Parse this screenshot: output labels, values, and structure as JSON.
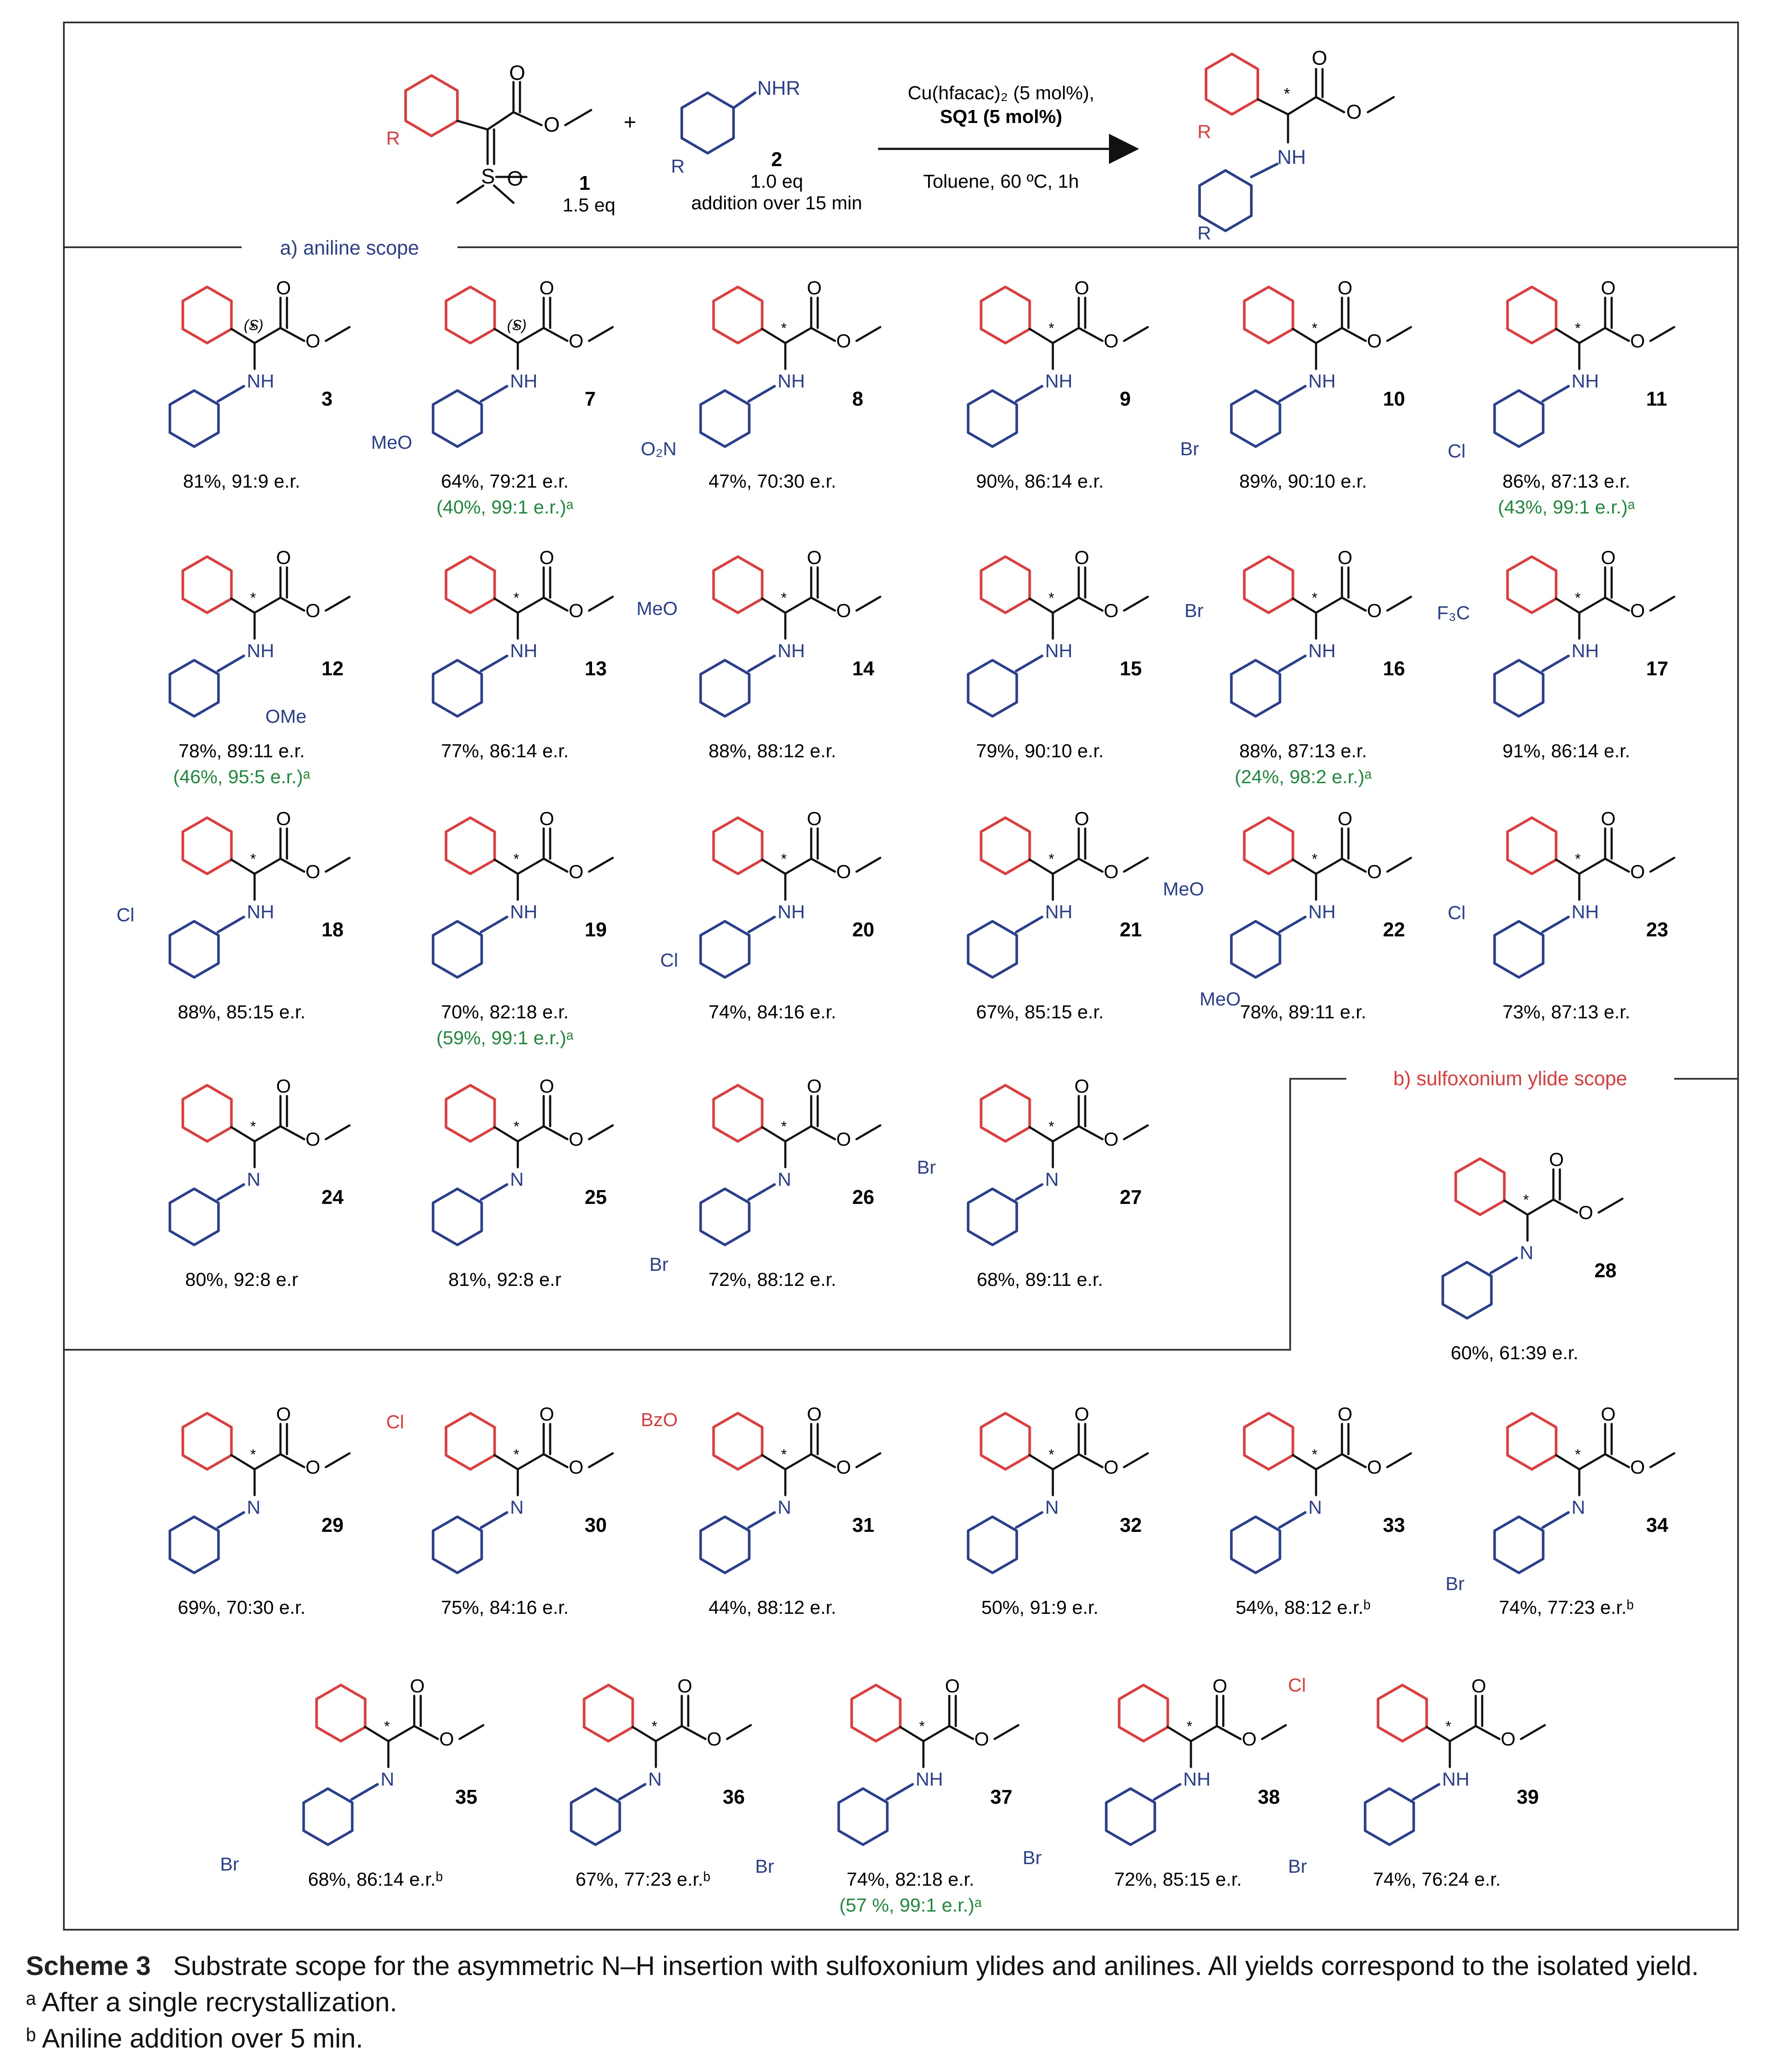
{
  "header": {
    "reactant1_num": "1",
    "reactant1_eq": "1.5 eq",
    "reactant2_num": "2",
    "reactant2_eq": "1.0 eq",
    "reactant2_note": "addition over 15 min",
    "reactant2_group": "NHR",
    "plus": "+",
    "cond_catalyst": "Cu(hfacac)₂ (5 mol%),",
    "cond_ligand": "SQ1 (5 mol%)",
    "cond_solvent": "Toluene, 60 ºC, 1h"
  },
  "section_a": "a) aniline scope",
  "section_b": "b) sulfoxonium ylide scope",
  "compounds": [
    {
      "num": "3",
      "result": "81%, 91:9 e.r.",
      "extra": ""
    },
    {
      "num": "7",
      "result": "64%, 79:21 e.r.",
      "extra": "(40%, 99:1 e.r.)ᵃ"
    },
    {
      "num": "8",
      "result": "47%, 70:30 e.r.",
      "extra": ""
    },
    {
      "num": "9",
      "result": "90%, 86:14 e.r.",
      "extra": ""
    },
    {
      "num": "10",
      "result": "89%, 90:10 e.r.",
      "extra": ""
    },
    {
      "num": "11",
      "result": "86%, 87:13 e.r.",
      "extra": "(43%, 99:1 e.r.)ᵃ"
    },
    {
      "num": "12",
      "result": "78%, 89:11 e.r.",
      "extra": "(46%, 95:5 e.r.)ᵃ"
    },
    {
      "num": "13",
      "result": "77%, 86:14 e.r.",
      "extra": ""
    },
    {
      "num": "14",
      "result": "88%, 88:12 e.r.",
      "extra": ""
    },
    {
      "num": "15",
      "result": "79%, 90:10 e.r.",
      "extra": ""
    },
    {
      "num": "16",
      "result": "88%, 87:13 e.r.",
      "extra": "(24%, 98:2 e.r.)ᵃ"
    },
    {
      "num": "17",
      "result": "91%, 86:14 e.r.",
      "extra": ""
    },
    {
      "num": "18",
      "result": "88%, 85:15 e.r.",
      "extra": ""
    },
    {
      "num": "19",
      "result": "70%, 82:18 e.r.",
      "extra": "(59%, 99:1 e.r.)ᵃ"
    },
    {
      "num": "20",
      "result": "74%, 84:16 e.r.",
      "extra": ""
    },
    {
      "num": "21",
      "result": "67%, 85:15 e.r.",
      "extra": ""
    },
    {
      "num": "22",
      "result": "78%, 89:11 e.r.",
      "extra": ""
    },
    {
      "num": "23",
      "result": "73%, 87:13 e.r.",
      "extra": ""
    },
    {
      "num": "24",
      "result": "80%, 92:8 e.r",
      "extra": ""
    },
    {
      "num": "25",
      "result": "81%, 92:8 e.r",
      "extra": ""
    },
    {
      "num": "26",
      "result": "72%, 88:12 e.r.",
      "extra": ""
    },
    {
      "num": "27",
      "result": "68%, 89:11 e.r.",
      "extra": ""
    },
    {
      "num": "28",
      "result": "60%, 61:39 e.r.",
      "extra": ""
    },
    {
      "num": "29",
      "result": "69%, 70:30 e.r.",
      "extra": ""
    },
    {
      "num": "30",
      "result": "75%, 84:16 e.r.",
      "extra": ""
    },
    {
      "num": "31",
      "result": "44%, 88:12 e.r.",
      "extra": ""
    },
    {
      "num": "32",
      "result": "50%, 91:9 e.r.",
      "extra": ""
    },
    {
      "num": "33",
      "result": "54%, 88:12 e.r.ᵇ",
      "extra": ""
    },
    {
      "num": "34",
      "result": "74%, 77:23 e.r.ᵇ",
      "extra": ""
    },
    {
      "num": "35",
      "result": "68%, 86:14 e.r.ᵇ",
      "extra": ""
    },
    {
      "num": "36",
      "result": "67%, 77:23 e.r.ᵇ",
      "extra": ""
    },
    {
      "num": "37",
      "result": "74%, 82:18 e.r.",
      "extra": "(57 %, 99:1 e.r.)ᵃ"
    },
    {
      "num": "38",
      "result": "72%, 85:15 e.r.",
      "extra": ""
    },
    {
      "num": "39",
      "result": "74%, 76:24 e.r.",
      "extra": ""
    }
  ],
  "substituent_labels": {
    "s7": "MeO",
    "s8": "O₂N",
    "s10": "Br",
    "s11": "Cl",
    "s12": "OMe",
    "s14": "MeO",
    "s16": "Br",
    "s17": "F₃C",
    "s18": "Cl",
    "s20": "Cl",
    "s22a": "MeO",
    "s22b": "MeO",
    "s23": "Cl",
    "s26": "Br",
    "s27": "Br",
    "s30": "Cl",
    "s31": "BzO",
    "s34": "Br",
    "s35": "Br",
    "s37": "Br",
    "s38": "Br",
    "s39": "Br",
    "s39r": "Cl"
  },
  "chem_labels": {
    "nh": "NH",
    "n": "N",
    "o": "O",
    "s": "S",
    "star": "*",
    "stereo": "(S)",
    "r": "R"
  },
  "caption": {
    "label": "Scheme 3",
    "text": "Substrate scope for the asymmetric N–H insertion with sulfoxonium ylides and anilines. All yields correspond to the isolated yield.",
    "note_a": "ᵃ After a single recrystallization.",
    "note_b": "ᵇ Aniline addition over 5 min."
  }
}
